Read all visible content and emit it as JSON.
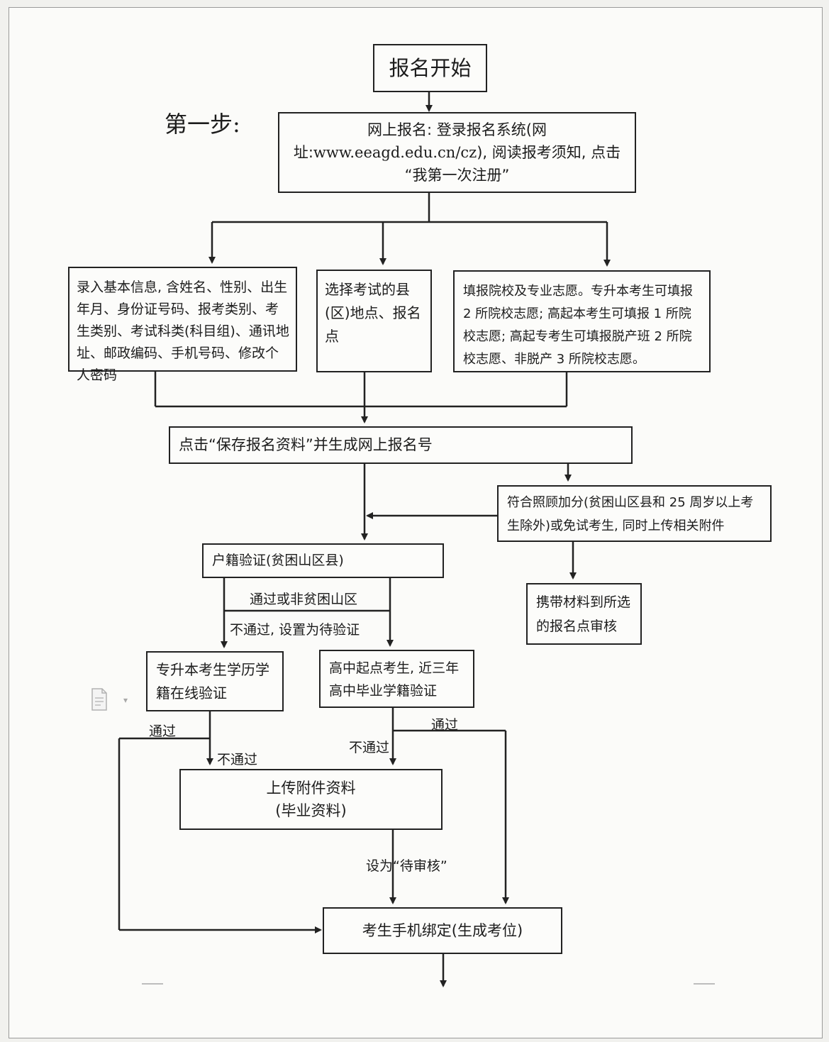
{
  "step_label": "第一步:",
  "nodes": {
    "start": "报名开始",
    "online_line1": "网上报名: 登录报名系统(网",
    "online_line2_prefix": "址:",
    "online_url": "www.eeagd.edu.cn/cz",
    "online_line2_suffix": "), 阅读报考须知, 点击",
    "online_line3": "“我第一次注册”",
    "basic_info": "录入基本信息, 含姓名、性别、出生年月、身份证号码、报考类别、考生类别、考试科类(科目组)、通讯地址、邮政编码、手机号码、修改个人密码",
    "exam_location": "选择考试的县(区)地点、报名点",
    "preferences": "填报院校及专业志愿。专升本考生可填报 2 所院校志愿; 高起本考生可填报 1 所院校志愿; 高起专考生可填报脱产班 2 所院校志愿、非脱产 3 所院校志愿。",
    "save": "点击“保存报名资料”并生成网上报名号",
    "bonus": "符合照顾加分(贫困山区县和 25 周岁以上考生除外)或免试考生, 同时上传相关附件",
    "carry_materials": "携带材料到所选的报名点审核",
    "household": "户籍验证(贫困山区县)",
    "upgrade_verify": "专升本考生学历学籍在线验证",
    "highschool_verify": "高中起点考生, 近三年高中毕业学籍验证",
    "upload_line1": "上传附件资料",
    "upload_line2": "(毕业资料)",
    "bind_phone": "考生手机绑定(生成考位)"
  },
  "labels": {
    "pass_or_non_poor": "通过或非贫困山区",
    "not_pass_pending": "不通过, 设置为待验证",
    "pass_left": "通过",
    "not_pass_left": "不通过",
    "not_pass_right": "不通过",
    "pass_right": "通过",
    "set_pending_review": "设为“待审核”"
  }
}
